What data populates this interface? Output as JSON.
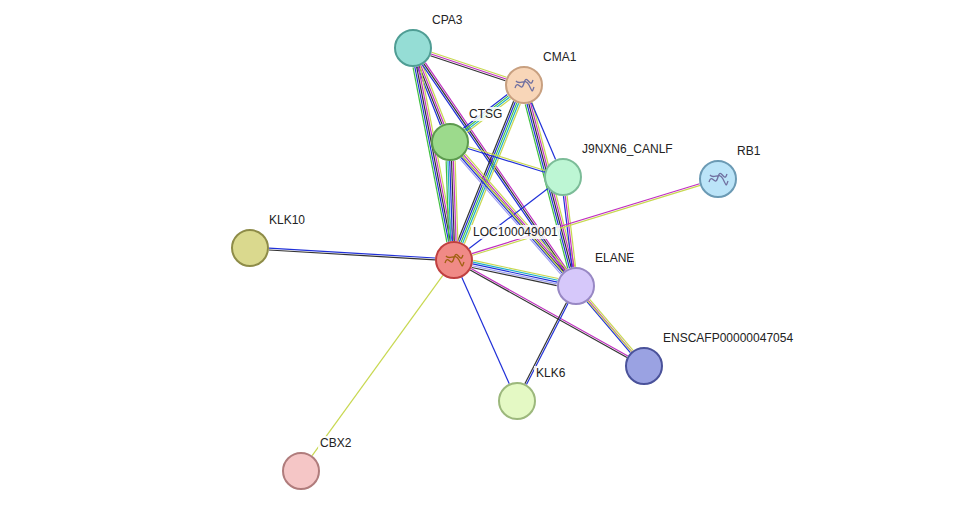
{
  "diagram": {
    "nodes": [
      {
        "text": [
          "CPA3"
        ]
      },
      {
        "text": [
          "CMA1"
        ]
      },
      {
        "text": [
          "CTSG"
        ]
      },
      {
        "text": [
          "J9NXN6_CANLF"
        ]
      },
      {
        "text": [
          "RB1"
        ]
      },
      {
        "text": [
          "KLK10"
        ]
      },
      {
        "text": [
          "LOC100049001"
        ]
      },
      {
        "text": [
          "ELANE"
        ]
      },
      {
        "text": [
          "ENSCAFP00000047054"
        ]
      },
      {
        "text": [
          "KLK6"
        ]
      },
      {
        "text": [
          "CBX2"
        ]
      }
    ],
    "edges": [
      {
        "from": 0,
        "to": 1,
        "arrow": "none"
      },
      {
        "from": 0,
        "to": 2,
        "arrow": "none"
      },
      {
        "from": 0,
        "to": 6,
        "arrow": "none"
      },
      {
        "from": 0,
        "to": 7,
        "arrow": "none"
      },
      {
        "from": 1,
        "to": 2,
        "arrow": "none"
      },
      {
        "from": 1,
        "to": 6,
        "arrow": "none"
      },
      {
        "from": 1,
        "to": 7,
        "arrow": "none"
      },
      {
        "from": 1,
        "to": 3,
        "arrow": "none"
      },
      {
        "from": 2,
        "to": 3,
        "arrow": "none"
      },
      {
        "from": 2,
        "to": 6,
        "arrow": "none"
      },
      {
        "from": 2,
        "to": 7,
        "arrow": "none"
      },
      {
        "from": 3,
        "to": 6,
        "arrow": "none"
      },
      {
        "from": 3,
        "to": 7,
        "arrow": "none"
      },
      {
        "from": 4,
        "to": 6,
        "arrow": "none"
      },
      {
        "from": 5,
        "to": 6,
        "arrow": "none"
      },
      {
        "from": 6,
        "to": 7,
        "arrow": "none"
      },
      {
        "from": 6,
        "to": 8,
        "arrow": "none"
      },
      {
        "from": 6,
        "to": 9,
        "arrow": "none"
      },
      {
        "from": 6,
        "to": 10,
        "arrow": "none"
      },
      {
        "from": 7,
        "to": 8,
        "arrow": "none"
      },
      {
        "from": 7,
        "to": 9,
        "arrow": "none"
      },
      {
        "from": 2,
        "to": 8,
        "arrow": "none"
      }
    ]
  }
}
